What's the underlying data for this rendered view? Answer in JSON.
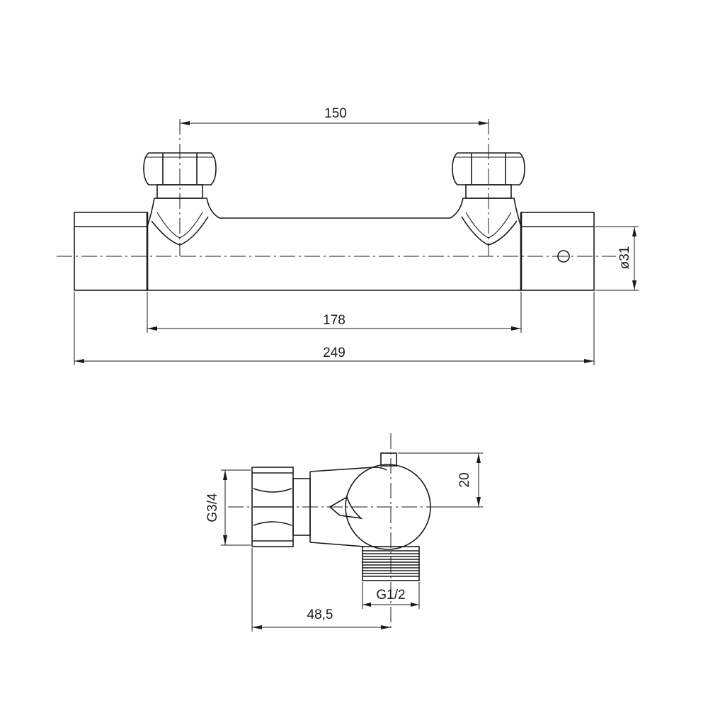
{
  "front_view": {
    "dim_valve_spacing": "150",
    "dim_body_length": "178",
    "dim_overall_length": "249",
    "dim_diameter": "ø31"
  },
  "side_view": {
    "dim_inlet_thread": "G3/4",
    "dim_outlet_thread": "G1/2",
    "dim_offset": "48,5",
    "dim_height": "20"
  }
}
